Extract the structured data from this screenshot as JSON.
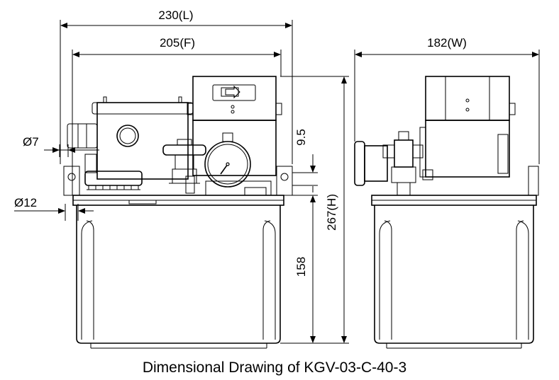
{
  "dimensions": {
    "length": "230(L)",
    "front": "205(F)",
    "width": "182(W)",
    "height": "267(H)",
    "tank_height": "158",
    "offset": "9.5",
    "dia_small": "Ø7",
    "dia_large": "Ø12"
  },
  "caption": "Dimensional Drawing of KGV-03-C-40-3"
}
